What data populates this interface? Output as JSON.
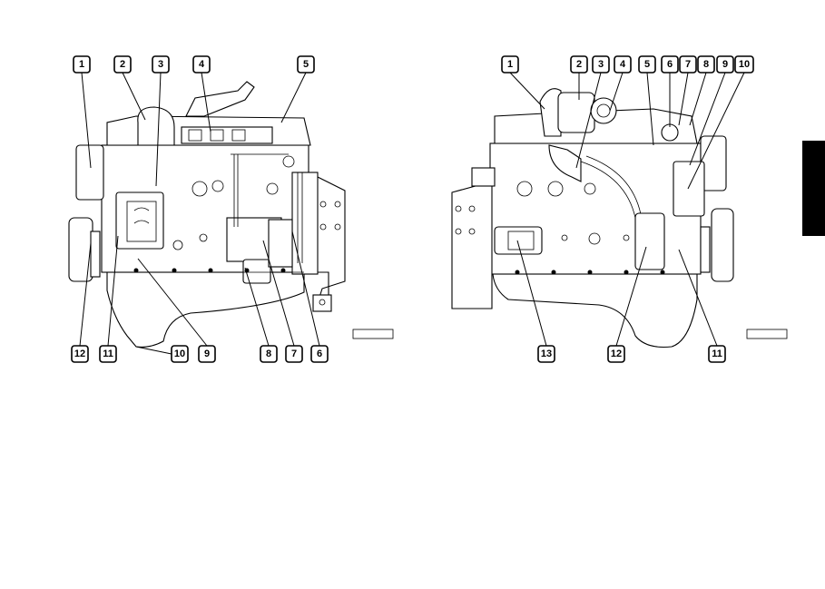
{
  "figure": {
    "left_view": {
      "callouts_top": [
        "1",
        "2",
        "3",
        "4",
        "5"
      ],
      "callouts_bottom": [
        "12",
        "11",
        "10",
        "9",
        "8",
        "7",
        "6"
      ]
    },
    "right_view": {
      "callouts_top": [
        "1",
        "2",
        "3",
        "4",
        "5",
        "6",
        "7",
        "8",
        "9",
        "10"
      ],
      "callouts_bottom": [
        "13",
        "12",
        "11"
      ]
    }
  },
  "colors": {
    "ink": "#000000",
    "paper": "#ffffff",
    "tab": "#000000"
  }
}
